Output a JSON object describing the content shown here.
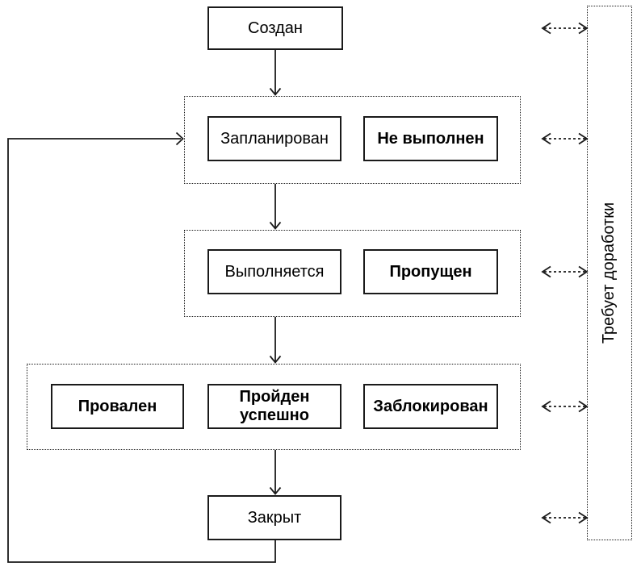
{
  "diagram": {
    "background": "#ffffff",
    "line_color": "#1a1a1a",
    "text_color": "#000000",
    "nodes": {
      "created": "Создан",
      "planned": "Запланирован",
      "not_executed": "Не выполнен",
      "in_progress": "Выполняется",
      "skipped": "Пропущен",
      "failed": "Провален",
      "passed": "Пройден успешно",
      "blocked": "Заблокирован",
      "closed": "Закрыт",
      "rework": "Требует доработки"
    },
    "edges": [
      "created -> planned-group",
      "planned-group -> in-progress-group",
      "in-progress-group -> results-group",
      "results-group -> closed",
      "closed -> planned-group (feedback loop)",
      "rework <-> created",
      "rework <-> planned-group",
      "rework <-> in-progress-group",
      "rework <-> results-group",
      "rework <-> closed"
    ]
  }
}
